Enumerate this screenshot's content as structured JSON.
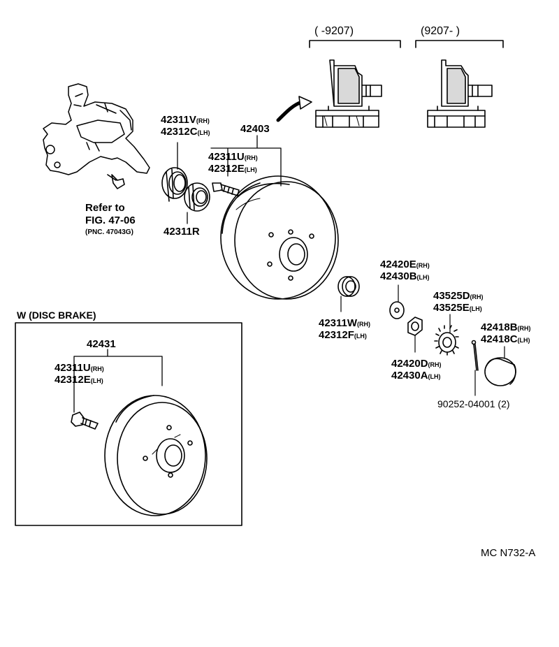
{
  "header": {
    "range_left": "(        -9207)",
    "range_right": "(9207-        )"
  },
  "drum": {
    "assembly": "42403",
    "bearing_v_rh": "42311V",
    "bearing_c_lh": "42312C",
    "bearing_u_rh": "42311U",
    "bearing_e_lh": "42312E",
    "bearing_r": "42311R",
    "bearing_w_rh": "42311W",
    "bearing_f_lh": "42312F",
    "washer_e_rh": "42420E",
    "washer_b_lh": "42430B",
    "nut_d_rh": "42420D",
    "nut_a_lh": "42430A",
    "lock_d_rh": "43525D",
    "lock_e_lh": "43525E",
    "cap_b_rh": "42418B",
    "cap_c_lh": "42418C",
    "pin": "90252-04001 (2)"
  },
  "suffix": {
    "rh": "(RH)",
    "lh": "(LH)"
  },
  "refer": {
    "line1": "Refer to",
    "line2": "FIG. 47-06",
    "line3": "(PNC. 47043G)"
  },
  "disc_box": {
    "title": "W (DISC BRAKE)",
    "assembly": "42431",
    "bolt_rh": "42311U",
    "bolt_lh": "42312E"
  },
  "footer": {
    "code": "MC N732-A"
  }
}
